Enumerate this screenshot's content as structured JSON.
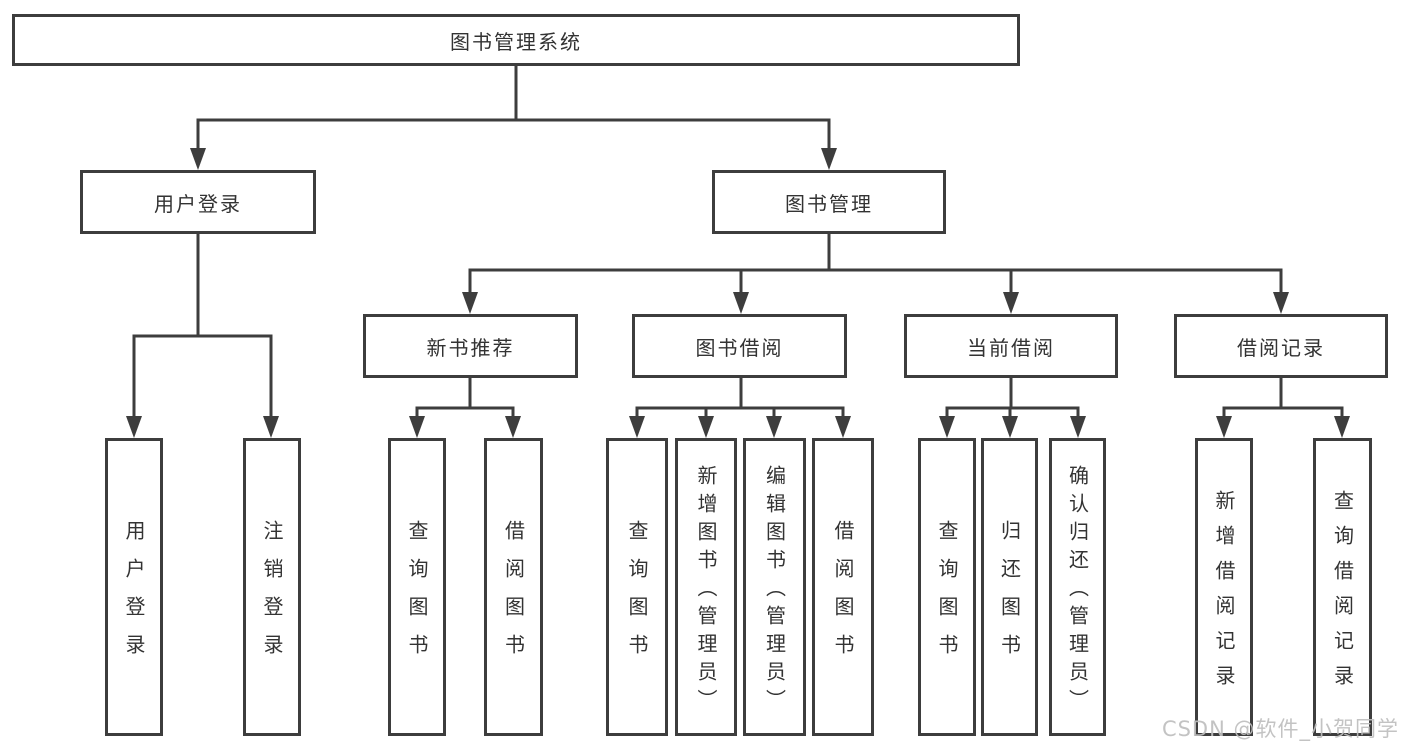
{
  "diagram_title": "图书管理系统",
  "watermark": "CSDN @软件_小贺同学",
  "colors": {
    "border": "#3d3d3d",
    "line": "#3d3d3d",
    "text": "#333333",
    "watermark": "#bebebe",
    "background": "#ffffff"
  },
  "tree": {
    "root": {
      "label": "图书管理系统"
    },
    "branches": [
      {
        "label": "用户登录",
        "children": [
          {
            "label": "用户登录"
          },
          {
            "label": "注销登录"
          }
        ]
      },
      {
        "label": "图书管理",
        "groups": [
          {
            "label": "新书推荐",
            "children": [
              {
                "label": "查询图书"
              },
              {
                "label": "借阅图书"
              }
            ]
          },
          {
            "label": "图书借阅",
            "children": [
              {
                "label": "查询图书"
              },
              {
                "label": "新增图书（管理员）"
              },
              {
                "label": "编辑图书（管理员）"
              },
              {
                "label": "借阅图书"
              }
            ]
          },
          {
            "label": "当前借阅",
            "children": [
              {
                "label": "查询图书"
              },
              {
                "label": "归还图书"
              },
              {
                "label": "确认归还（管理员）"
              }
            ]
          },
          {
            "label": "借阅记录",
            "children": [
              {
                "label": "新增借阅记录"
              },
              {
                "label": "查询借阅记录"
              }
            ]
          }
        ]
      }
    ]
  }
}
